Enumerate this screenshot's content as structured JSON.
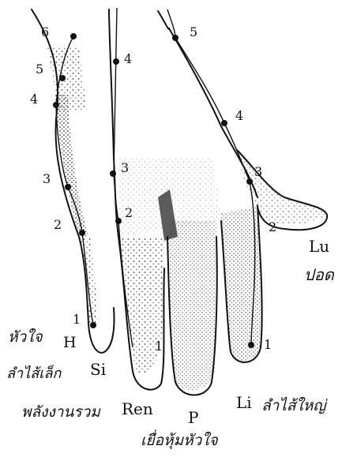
{
  "diagram": {
    "meridians": [
      {
        "code": "H",
        "thai": "หัวใจ",
        "points": [
          "1",
          "2",
          "3",
          "4",
          "5",
          "6"
        ]
      },
      {
        "code": "Si",
        "thai": "ลำไส้เล็ก",
        "points": []
      },
      {
        "code": "Ren",
        "thai": "พลังงานรวม",
        "points": [
          "1",
          "2",
          "3",
          "4"
        ]
      },
      {
        "code": "P",
        "thai": "เยื่อหุ้มหัวใจ",
        "points": []
      },
      {
        "code": "Li",
        "thai": "ลำไส้ใหญ่",
        "points": [
          "1",
          "2",
          "3",
          "4",
          "5"
        ]
      },
      {
        "code": "Lu",
        "thai": "ปอด",
        "points": []
      }
    ],
    "point_numbers": {
      "h": [
        "6",
        "5",
        "4",
        "3",
        "2",
        "1"
      ],
      "ren": [
        "4",
        "3",
        "2",
        "1"
      ],
      "li": [
        "5",
        "4",
        "3",
        "2",
        "1"
      ]
    },
    "labels": {
      "h_code": "H",
      "h_thai": "หัวใจ",
      "si_code": "Si",
      "si_thai": "ลำไส้เล็ก",
      "ren_code": "Ren",
      "ren_thai": "พลังงานรวม",
      "p_code": "P",
      "p_thai": "เยื่อหุ้มหัวใจ",
      "li_code": "Li",
      "li_thai": "ลำไส้ใหญ่",
      "lu_code": "Lu",
      "lu_thai": "ปอด"
    }
  }
}
